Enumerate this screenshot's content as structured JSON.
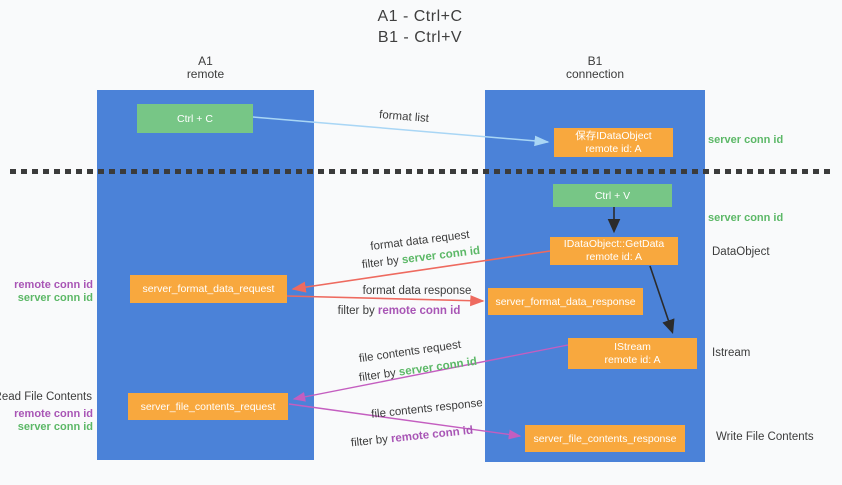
{
  "title": {
    "line1": "A1 - Ctrl+C",
    "line2": "B1 - Ctrl+V"
  },
  "lanes": {
    "left": {
      "header_line1": "A1",
      "header_line2": "remote"
    },
    "right": {
      "header_line1": "B1",
      "header_line2": "connection"
    }
  },
  "nodes": {
    "ctrl_c": "Ctrl + C",
    "ctrl_v": "Ctrl + V",
    "save_dataobject_line1": "保存IDataObject",
    "save_dataobject_line2": "remote id: A",
    "getdata_line1": "IDataObject::GetData",
    "getdata_line2": "remote id: A",
    "istream_line1": "IStream",
    "istream_line2": "remote id: A",
    "format_request": "server_format_data_request",
    "format_response": "server_format_data_response",
    "file_request": "server_file_contents_request",
    "file_response": "server_file_contents_response"
  },
  "edge_labels": {
    "format_list": "format list",
    "format_data_request": "format data request",
    "format_data_response": "format data response",
    "file_contents_request": "file contents request",
    "file_contents_response": "file contents response",
    "filter_by": "filter by ",
    "server_conn_id": "server conn id",
    "remote_conn_id": "remote conn id"
  },
  "side_labels": {
    "server_conn_id": "server conn id",
    "remote_conn_id": "remote conn id",
    "dataobject": "DataObject",
    "istream": "Istream",
    "read_file_contents": "Read File Contents",
    "write_file_contents": "Write File Contents"
  },
  "colors": {
    "lane_blue": "#4b82d8",
    "box_green": "#77c686",
    "box_orange": "#f8a83e",
    "arrow_red": "#ee6a5f",
    "arrow_magenta": "#c45ec0",
    "arrow_light_blue": "#a9d6f5",
    "arrow_black": "#2b2b2b",
    "text_green": "#5cb867",
    "text_purple": "#a855b5",
    "text_dark": "#3c3c3c"
  }
}
